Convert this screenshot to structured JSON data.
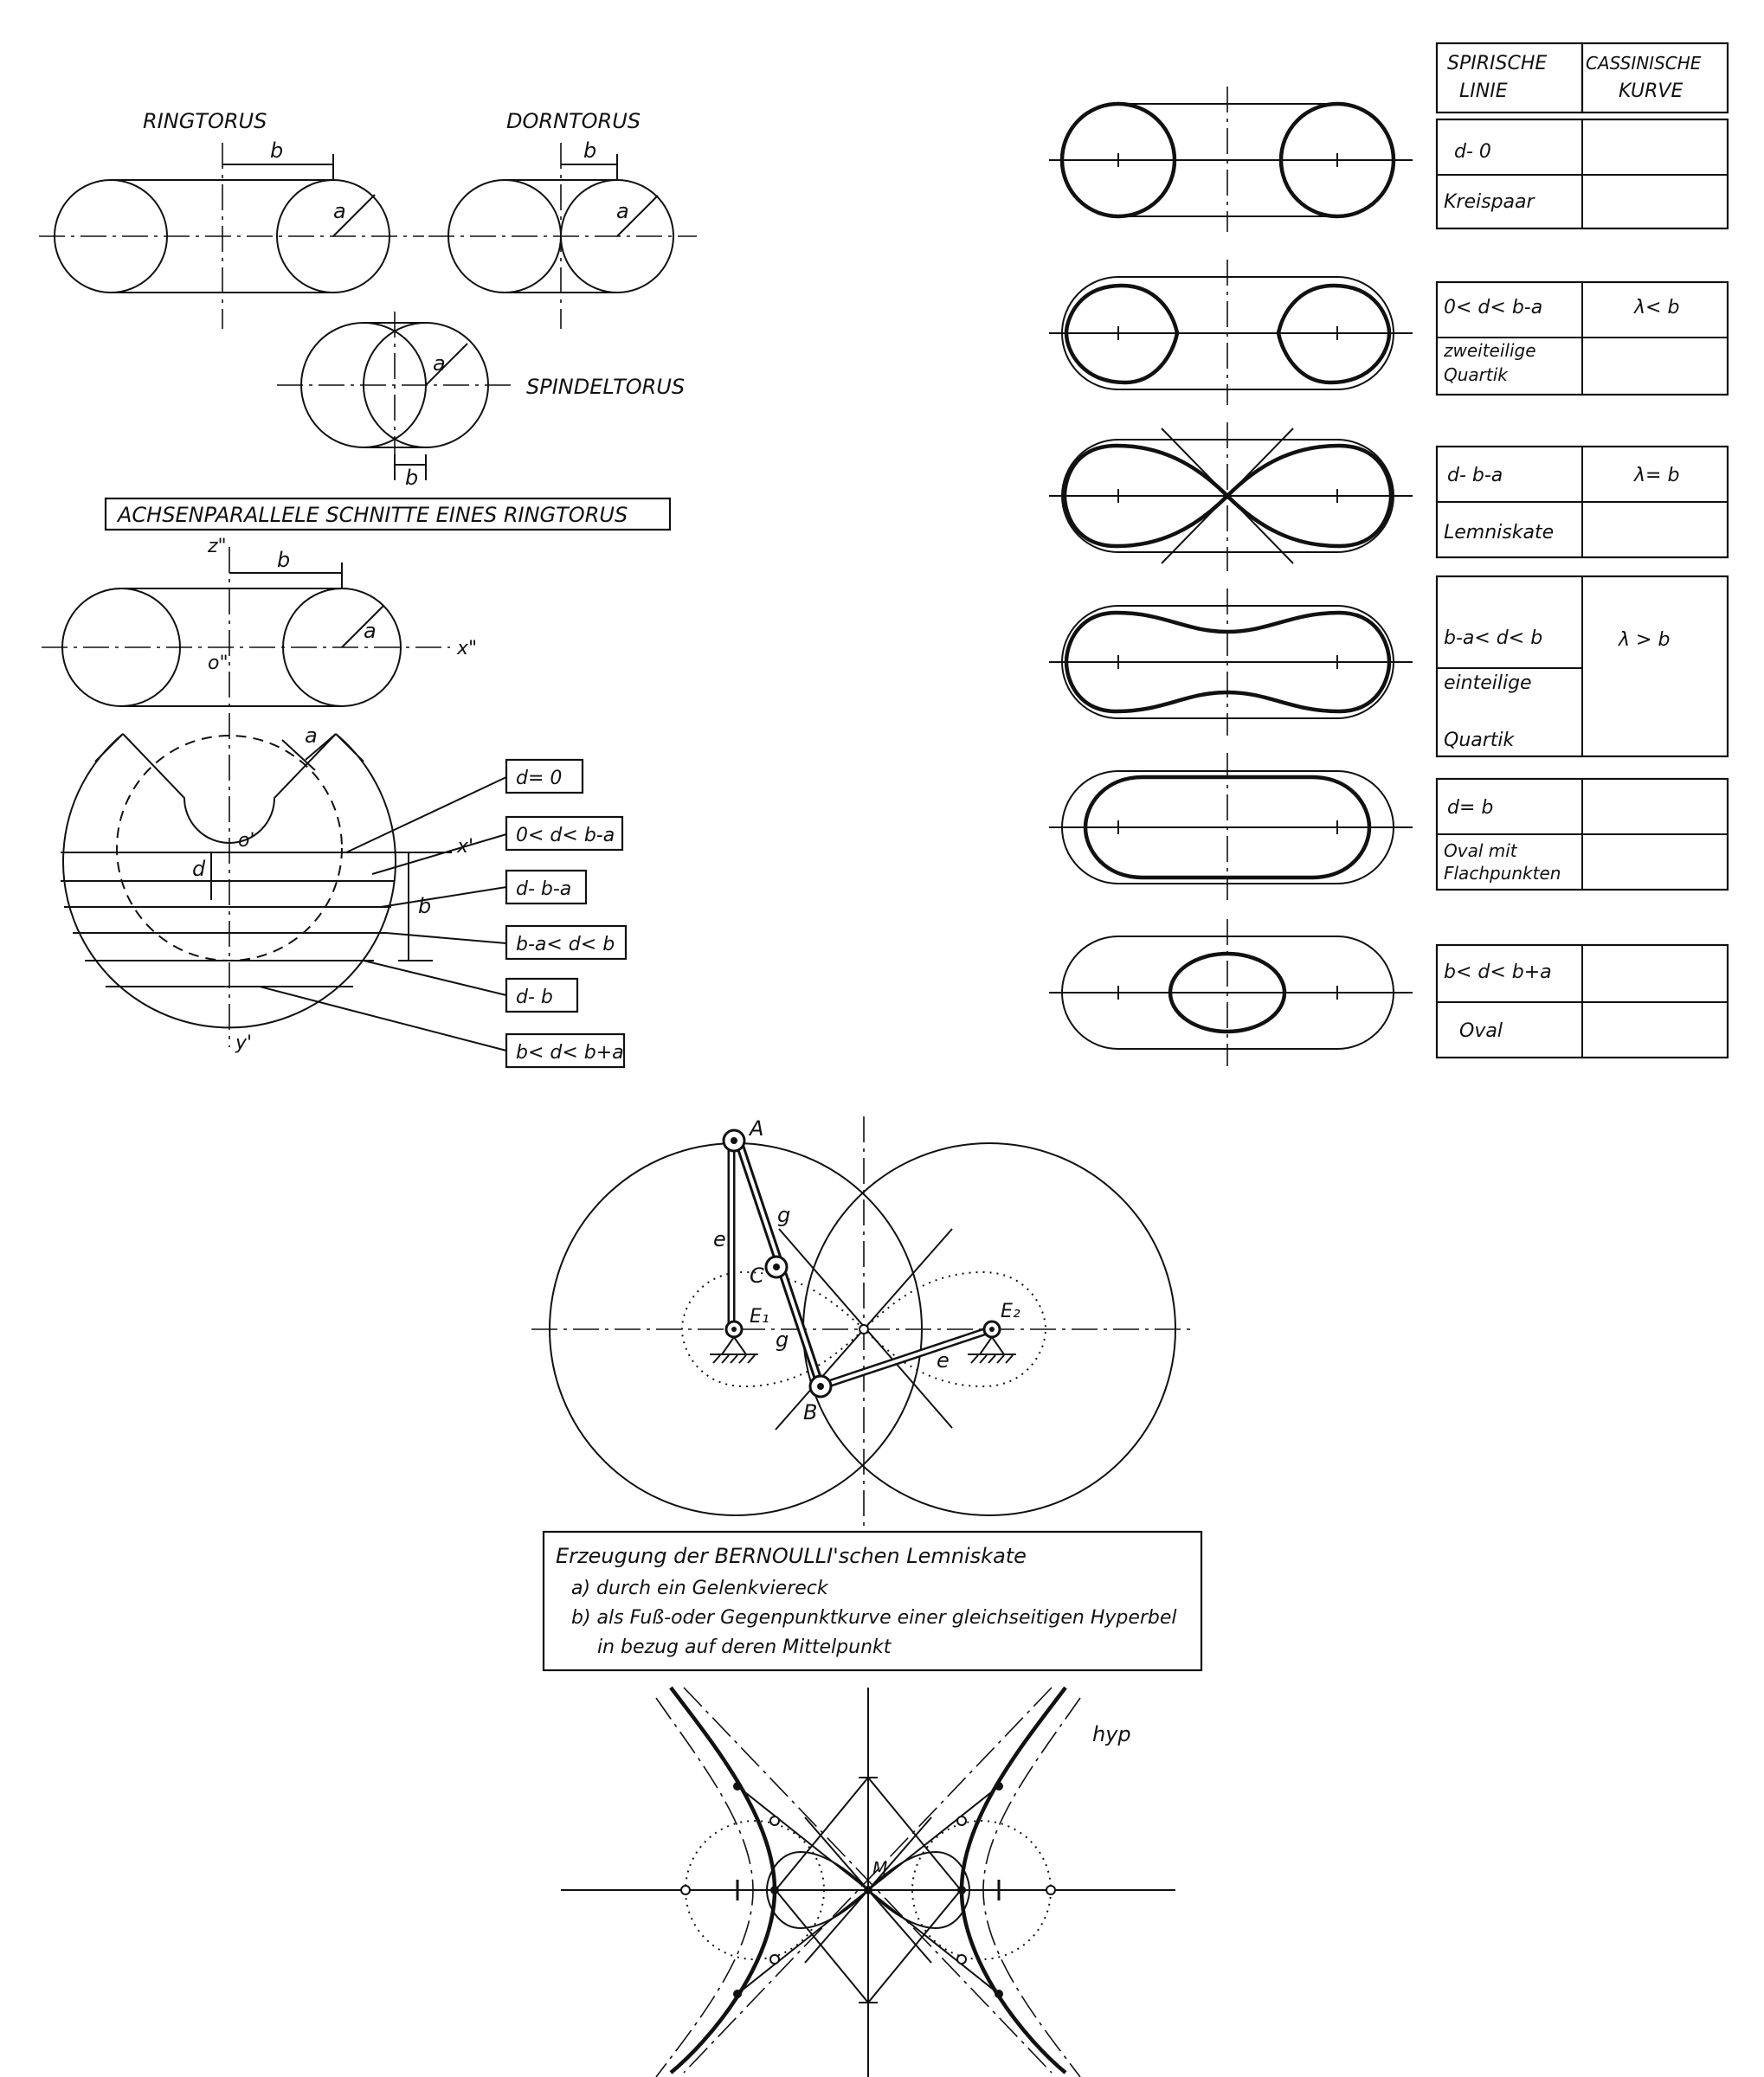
{
  "torus_types": {
    "ring": "RINGTORUS",
    "horn": "DORNTORUS",
    "spindle": "SPINDELTORUS",
    "label_a": "a",
    "label_b": "b"
  },
  "section_title": "ACHSENPARALLELE SCHNITTE EINES RINGTORUS",
  "section_axes": {
    "z": "z\"",
    "x2": "x\"",
    "o2": "o\"",
    "x1": "x'",
    "o1": "o'",
    "y1": "y'",
    "d": "d",
    "a": "a",
    "b": "b"
  },
  "section_labels": [
    "d= 0",
    "0< d< b-a",
    "d- b-a",
    "b-a< d< b",
    "d- b",
    "b< d< b+a"
  ],
  "table": {
    "header_left": [
      "SPIRISCHE",
      "LINIE"
    ],
    "header_right": [
      "CASSINISCHE",
      "KURVE"
    ],
    "rows": [
      {
        "condition": "d- 0",
        "name": [
          "Kreispaar"
        ],
        "lambda": ""
      },
      {
        "condition": "0< d< b-a",
        "name": [
          "zweiteilige",
          "Quartik"
        ],
        "lambda": "λ< b"
      },
      {
        "condition": "d- b-a",
        "name": [
          "Lemniskate"
        ],
        "lambda": "λ= b"
      },
      {
        "condition": "b-a< d< b",
        "name": [
          "einteilige",
          "Quartik"
        ],
        "lambda": "λ > b"
      },
      {
        "condition": "d= b",
        "name": [
          "Oval mit",
          "Flachpunkten"
        ],
        "lambda": ""
      },
      {
        "condition": "b< d< b+a",
        "name": [
          "Oval"
        ],
        "lambda": ""
      }
    ]
  },
  "linkage": {
    "points": {
      "A": "A",
      "B": "B",
      "C": "C",
      "E1": "E₁",
      "E2": "E₂"
    },
    "link_e": "e",
    "link_g": "g"
  },
  "caption": {
    "line1": "Erzeugung der BERNOULLI'schen Lemniskate",
    "line2": "a) durch ein Gelenkviereck",
    "line3": "b) als Fuß-oder Gegenpunktkurve einer gleichseitigen Hyperbel",
    "line4": "in bezug auf deren Mittelpunkt"
  },
  "hyperbola": {
    "label": "hyp",
    "center": "M"
  }
}
